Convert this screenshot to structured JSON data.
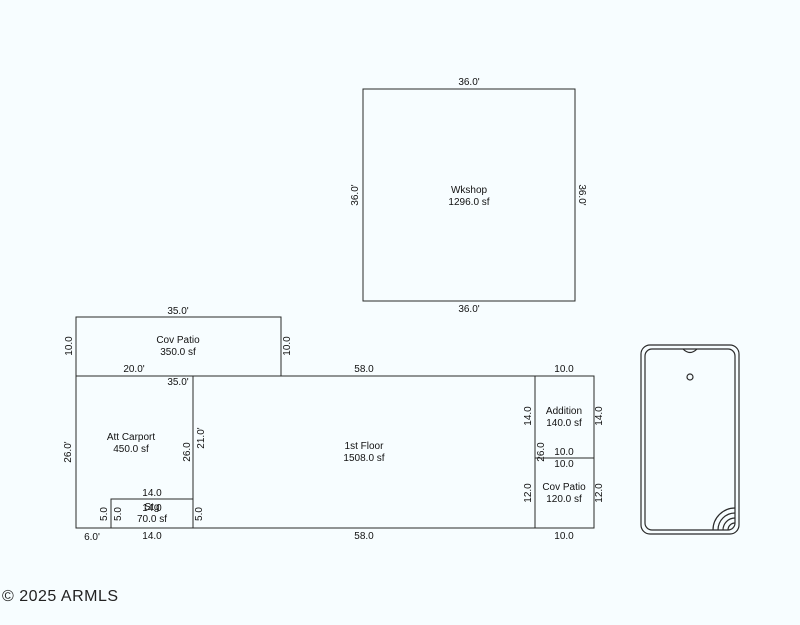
{
  "copyright": "2025 ARMLS",
  "rooms": {
    "wkshop": {
      "name": "Wkshop",
      "area": "1296.0 sf"
    },
    "cov_patio_top": {
      "name": "Cov Patio",
      "area": "350.0 sf"
    },
    "att_carport": {
      "name": "Att Carport",
      "area": "450.0 sf"
    },
    "first_floor": {
      "name": "1st Floor",
      "area": "1508.0 sf"
    },
    "addition": {
      "name": "Addition",
      "area": "140.0 sf"
    },
    "cov_patio_right": {
      "name": "Cov Patio",
      "area": "120.0 sf"
    },
    "stg": {
      "name": "Stg",
      "area": "70.0 sf"
    }
  },
  "dimensions": {
    "wk_top": "36.0'",
    "wk_bottom": "36.0'",
    "wk_left": "36.0'",
    "wk_right": "36.0'",
    "cp_top": "35.0'",
    "cp_left": "10.0",
    "cp_right": "10.0",
    "cp_bottom_inner": "20.0'",
    "carport_top_right": "35.0'",
    "carport_left": "26.0'",
    "carport_inner_26": "26.0",
    "carport_inner_21": "21.0'",
    "carport_bottom_left": "6.0'",
    "stg_top": "14.0",
    "stg_left": "5.0",
    "stg_left_inner": "5.0",
    "stg_overlap": "14.0",
    "stg_right": "5.0",
    "stg_bottom": "14.0",
    "floor_top": "58.0",
    "floor_bottom": "58.0",
    "add_top": "10.0",
    "add_left": "14.0",
    "add_right": "14.0",
    "add_bottom": "10.0",
    "add_mid": "26.0",
    "cpr_top": "10.0",
    "cpr_left": "12.0",
    "cpr_right": "12.0",
    "cpr_bottom": "10.0"
  }
}
